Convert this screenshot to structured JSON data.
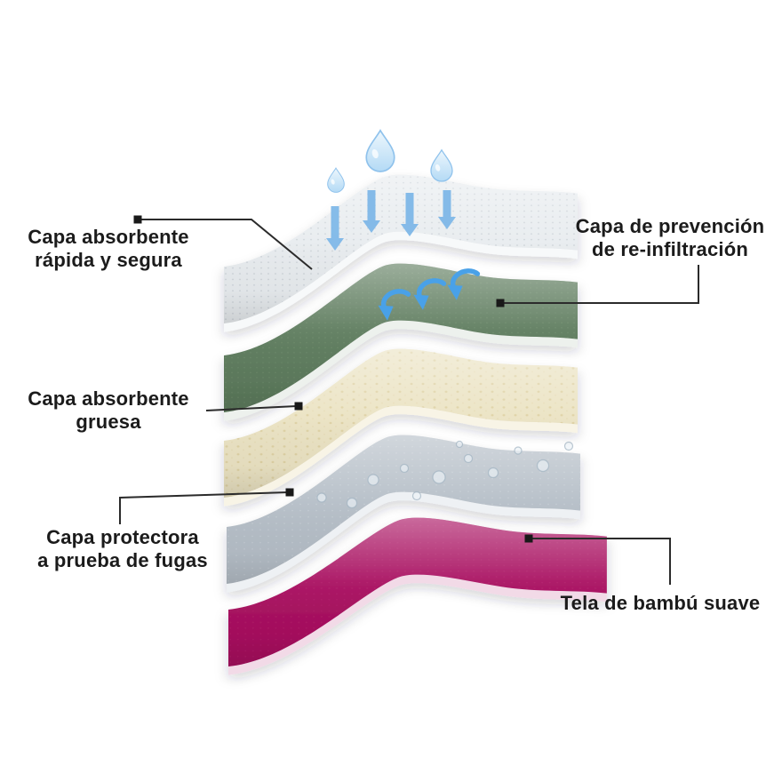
{
  "diagram": {
    "background_color": "#ffffff",
    "labels": {
      "quick": {
        "lines": [
          "Capa absorbente",
          "rápida y segura"
        ]
      },
      "prevention": {
        "lines": [
          "Capa de prevención",
          "de re-infiltración"
        ]
      },
      "thick": {
        "lines": [
          "Capa absorbente",
          "gruesa"
        ]
      },
      "leakproof": {
        "lines": [
          "Capa protectora",
          "a prueba de fugas"
        ]
      },
      "bamboo": {
        "lines": [
          "Tela de bambú suave"
        ]
      }
    },
    "layers": {
      "quick_absorbent": {
        "color": "#e8ecef",
        "edge": "#f7f9fa"
      },
      "re_infiltration": {
        "color": "#5e7c5e",
        "edge": "#edf1ed"
      },
      "thick_absorbent": {
        "color": "#ebe3c3",
        "edge": "#f8f4e6"
      },
      "leakproof": {
        "color": "#b5bec7",
        "edge": "#eef1f4"
      },
      "bamboo": {
        "color": "#a80e5f",
        "edge": "#f2dae7"
      }
    },
    "icons": {
      "water_drop": "water-drop-icon",
      "absorb_arrow": "down-arrow-icon",
      "splash_back_arrow": "curved-arrow-icon",
      "water_bead": "water-bead-icon"
    },
    "accents": {
      "water_blue_light": "#7fb8e8",
      "water_blue": "#49a1e8",
      "connector_line": "#2b2b2b",
      "connector_dot": "#191919",
      "text": "#1b1b1b"
    }
  }
}
